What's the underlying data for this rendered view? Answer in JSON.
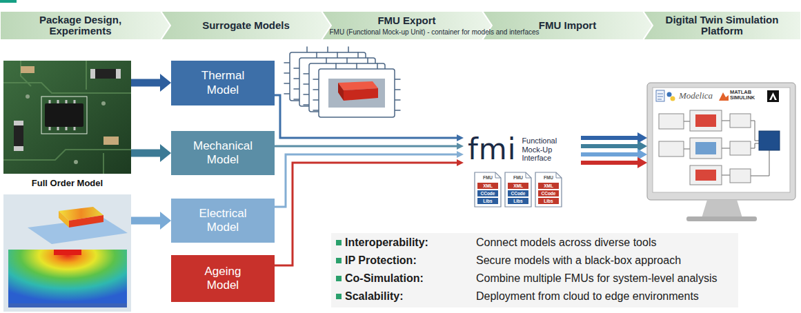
{
  "diagram": {
    "nodes": [
      {
        "text": [
          "Package Design, Experiments"
        ]
      },
      {
        "text": [
          "Surrogate Models"
        ]
      },
      {
        "text": [
          "FMU Export",
          "FMU (Functional Mock-up Unit) - container for models and interfaces"
        ]
      },
      {
        "text": [
          "FMU Import"
        ]
      },
      {
        "text": [
          "Digital Twin Simulation Platform"
        ]
      },
      {
        "text": [
          "Full Order Model"
        ]
      },
      {
        "text": [
          "Thermal Model"
        ]
      },
      {
        "text": [
          "Mechanical Model"
        ]
      },
      {
        "text": [
          "Electrical Model"
        ]
      },
      {
        "text": [
          "Ageing Model"
        ]
      },
      {
        "text": [
          "fmi",
          "Functional Mock-Up Interface"
        ]
      },
      {
        "text": [
          "Modelica",
          "MATLAB SIMULINK"
        ]
      }
    ],
    "edges": [
      {
        "from": 5,
        "to": 6,
        "arrow": "to"
      },
      {
        "from": 5,
        "to": 7,
        "arrow": "to"
      },
      {
        "from": 5,
        "to": 8,
        "arrow": "to"
      },
      {
        "from": 6,
        "to": 10,
        "arrow": "to"
      },
      {
        "from": 7,
        "to": 10,
        "arrow": "to"
      },
      {
        "from": 8,
        "to": 10,
        "arrow": "to"
      },
      {
        "from": 9,
        "to": 10,
        "arrow": "to"
      },
      {
        "from": 10,
        "to": 11,
        "arrow": "to"
      },
      {
        "from": 10,
        "to": 11,
        "arrow": "to"
      },
      {
        "from": 10,
        "to": 11,
        "arrow": "to"
      },
      {
        "from": 10,
        "to": 11,
        "arrow": "to"
      }
    ],
    "labels": [
      "FMU",
      "XML",
      "CCode",
      "Libs",
      "FMU",
      "XML",
      "CCode",
      "Libs",
      "FMU",
      "XML",
      "CCode",
      "Libs",
      "Interoperability:",
      "Connect models across diverse tools",
      "IP Protection:",
      "Secure models with a black-box approach",
      "Co-Simulation:",
      "Combine multiple FMUs for system-level analysis",
      "Scalability:",
      "Deployment from cloud to edge environments"
    ]
  }
}
